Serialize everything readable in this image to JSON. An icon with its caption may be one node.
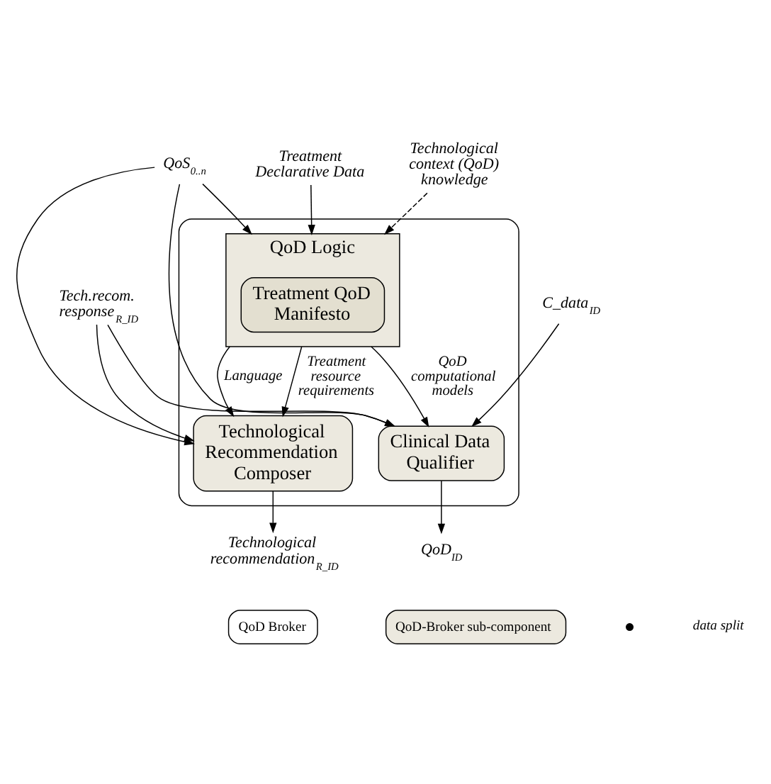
{
  "diagram": {
    "nodes": [
      {
        "text": [],
        "shape": "box"
      },
      {
        "text": [
          "QoD Logic"
        ],
        "in": 0
      },
      {
        "text": [
          "Treatment QoD Manifesto"
        ],
        "in": 1
      },
      {
        "text": [
          "Clinical Data Qualifier"
        ],
        "in": 0
      },
      {
        "text": [
          "Technological Recommendation Composer"
        ],
        "in": 0
      },
      {
        "text": [
          "Technological context (QoD) knowledge"
        ]
      },
      {
        "text": [
          "Treatment Declarative Data"
        ]
      },
      {
        "text": [
          "Tech.recom. response$_{R_ID}$"
        ]
      },
      {
        "text": [
          "QoD$_{ID}$"
        ]
      },
      {
        "text": [
          "QoS$_{0..n}$"
        ]
      },
      {
        "text": [
          "C_data$_{ID}$"
        ]
      },
      {
        "text": [
          "Technological recommendation$_{R_ID}$"
        ]
      }
    ],
    "edges": [
      {
        "from": 5,
        "to": 1,
        "arrow": "to",
        "style": "dashed"
      },
      {
        "from": 6,
        "to": 1,
        "arrow": "to"
      },
      {
        "from": 7,
        "to": 4,
        "arrow": "to"
      },
      {
        "from": 7,
        "to": 3,
        "arrow": "to"
      },
      {
        "from": 1,
        "to": 3,
        "arrow": "to",
        "label": "QoD computational models"
      },
      {
        "from": 1,
        "to": 4,
        "arrow": "to",
        "label": "Treatment resource requirements"
      },
      {
        "from": 1,
        "to": 4,
        "arrow": "to",
        "label": "Language"
      },
      {
        "from": 3,
        "to": 8,
        "arrow": "to"
      },
      {
        "from": 9,
        "to": 3,
        "arrow": "to"
      },
      {
        "from": 9,
        "to": 1,
        "arrow": "to"
      },
      {
        "from": 9,
        "to": 4,
        "arrow": "to"
      },
      {
        "from": 10,
        "to": 3,
        "arrow": "to"
      },
      {
        "from": 4,
        "to": 11,
        "arrow": "to"
      }
    ],
    "legend": [
      {
        "text": "QoD Broker",
        "color": "#ffffff"
      },
      {
        "text": "QoD-Broker sub-component",
        "color": "#ece9df"
      },
      {
        "text": "data split"
      }
    ]
  }
}
